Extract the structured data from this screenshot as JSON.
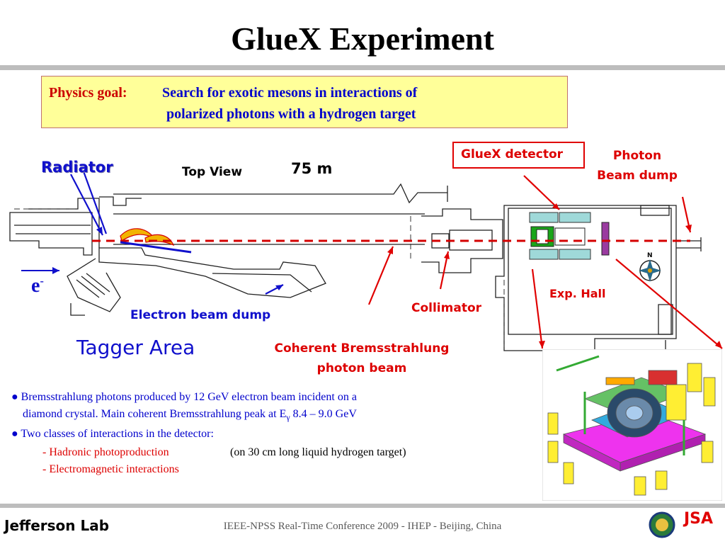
{
  "title": "GlueX Experiment",
  "physics_goal": {
    "label": "Physics goal:",
    "line1": "Search for exotic mesons in interactions of",
    "line2": "polarized photons with a hydrogen target"
  },
  "diagram": {
    "radiator": "Radiator",
    "top_view": "Top View",
    "scale": "75 m",
    "gluex_detector": "GlueX detector",
    "photon_beam_dump_1": "Photon",
    "photon_beam_dump_2": "Beam dump",
    "electron_symbol": "e",
    "electron_superscript": "-",
    "electron_beam_dump": "Electron beam dump",
    "tagger_area": "Tagger Area",
    "coherent_1": "Coherent Bremsstrahlung",
    "coherent_2": "photon beam",
    "collimator": "Collimator",
    "exp_hall": "Exp. Hall",
    "compass_n": "N"
  },
  "bullets": {
    "b1_line1": "Bremsstrahlung photons produced by 12 GeV electron beam incident  on a",
    "b1_line2_a": "diamond crystal.  Main coherent Bremsstrahlung peak at  E",
    "b1_sub": "γ",
    "b1_line2_b": "  8.4 – 9.0 GeV",
    "b2": "Two classes of interactions in the detector:",
    "sub1_a": "- Hadronic photoproduction",
    "sub1_b": "(on 30 cm long liquid hydrogen target)",
    "sub2": "- Electromagnetic interactions"
  },
  "footer": {
    "conference": "IEEE-NPSS Real-Time Conference 2009 - IHEP - Beijing, China",
    "logo_left": "Jefferson Lab",
    "logo_right": "JSA"
  },
  "colors": {
    "title": "#000000",
    "goal_bg": "#ffff99",
    "red": "#dd0000",
    "blue": "#1010cc"
  }
}
